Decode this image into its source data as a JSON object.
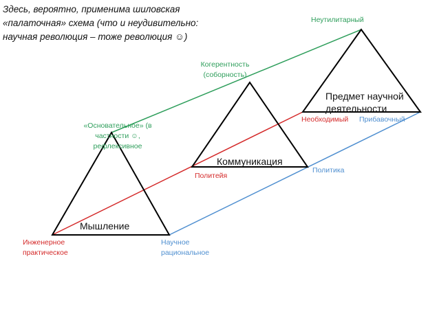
{
  "caption": {
    "line1": "Здесь, вероятно, применима шиловская",
    "line2": "«палаточная» схема (что и неудивительно:",
    "line3": "научная революция – тоже революция ☺)"
  },
  "labels": {
    "engineering_1": "Инженерное",
    "engineering_2": "практическое",
    "scientific_1": "Научное",
    "scientific_2": "рациональное",
    "fundamental_1": "«Основательное» (в",
    "fundamental_2": "частности ☺,",
    "fundamental_3": "рефлексивное",
    "thinking": "Мышление",
    "coherence_1": "Когерентность",
    "coherence_2": "(соборность)",
    "communication": "Коммуникация",
    "politeia": "Политейя",
    "politics": "Политика",
    "non_utilitarian": "Неутилитарный",
    "subject_1": "Предмет научной",
    "subject_2": "деятельности",
    "necessary": "Необходимый",
    "surplus": "Прибавочный"
  },
  "colors": {
    "triangle": "#000000",
    "green_line": "#2e9e5b",
    "red_line": "#d42a2a",
    "blue_line": "#4f8fd0"
  }
}
